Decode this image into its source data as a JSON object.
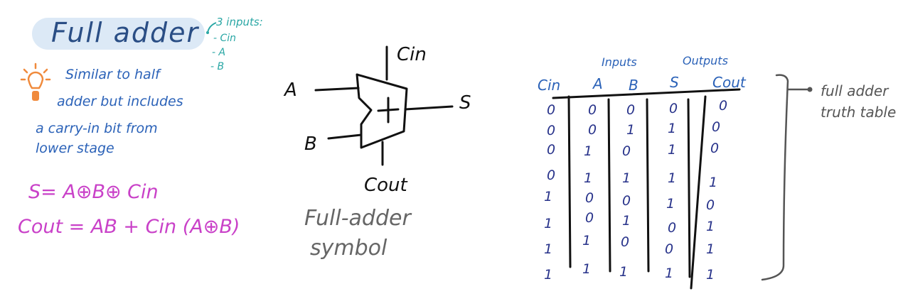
{
  "title": "Full adder",
  "inputs_note": {
    "heading": "3 inputs:",
    "items": [
      "- Cin",
      "- A",
      "- B"
    ]
  },
  "note": {
    "lines": [
      "Similar to half",
      "adder but includes",
      "a carry-in bit from",
      "lower stage"
    ]
  },
  "equations": {
    "sum": "S= A⊕B⊕ Cin",
    "carry": "Cout = AB + Cin (A⊕B)"
  },
  "symbol": {
    "in_a": "A",
    "in_b": "B",
    "in_cin": "Cin",
    "out_s": "S",
    "out_cout": "Cout",
    "operator": "+",
    "caption_line1": "Full-adder",
    "caption_line2": "symbol"
  },
  "truth_table": {
    "group_inputs": "Inputs",
    "group_outputs": "Outputs",
    "columns": [
      "Cin",
      "A",
      "B",
      "S",
      "Cout"
    ],
    "rows": [
      [
        "0",
        "0",
        "0",
        "0",
        "0"
      ],
      [
        "0",
        "0",
        "1",
        "1",
        "0"
      ],
      [
        "0",
        "1",
        "0",
        "1",
        "0"
      ],
      [
        "0",
        "1",
        "1",
        "1",
        "1"
      ],
      [
        "1",
        "0",
        "0",
        "1",
        "0"
      ],
      [
        "1",
        "0",
        "1",
        "0",
        "1"
      ],
      [
        "1",
        "1",
        "0",
        "0",
        "1"
      ],
      [
        "1",
        "1",
        "1",
        "1",
        "1"
      ]
    ]
  },
  "annotation": {
    "line1": "full adder",
    "line2": "truth table"
  },
  "colors": {
    "title": "#2a4e85",
    "title_bg": "#dce9f6",
    "teal": "#2aa7a5",
    "blue": "#2b62b8",
    "magenta": "#c941c8",
    "table_digits": "#27328a",
    "bulb": "#f08a3c"
  }
}
